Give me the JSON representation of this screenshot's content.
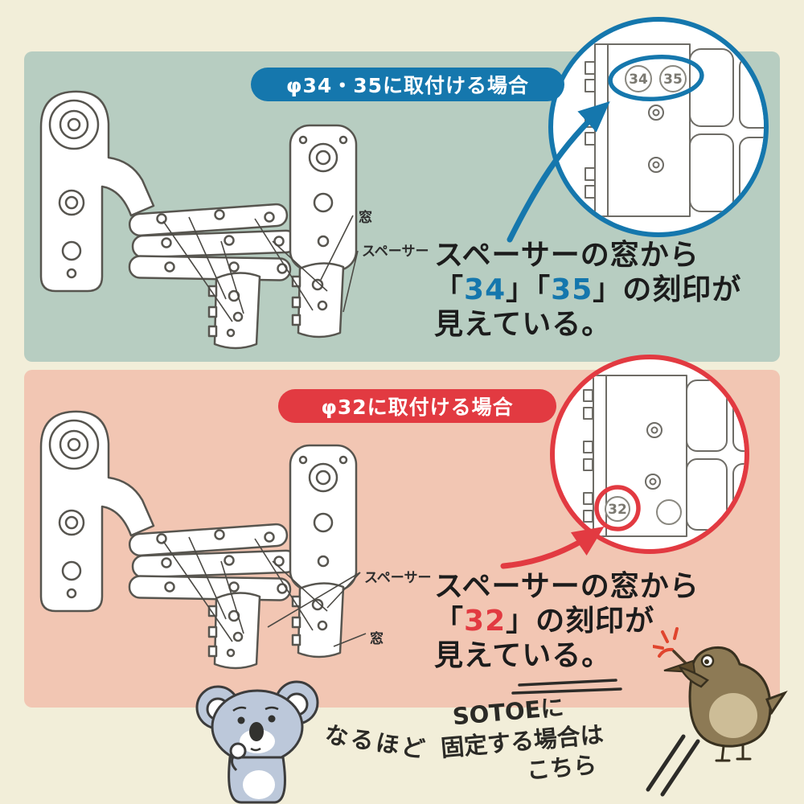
{
  "page": {
    "background": "#f2eed9",
    "text_color": "#1c1c1c"
  },
  "top_section": {
    "panel_color": "#b7cdc1",
    "accent_color": "#1577ad",
    "badge": "φ34・35に取付ける場合",
    "caption": {
      "l1": "スペーサーの窓から",
      "pre": "「",
      "n1": "34",
      "mid": "」「",
      "n2": "35",
      "post": "」の刻印が",
      "l3": "見えている。"
    },
    "part_labels": {
      "window": "窓",
      "spacer": "スペーサー"
    },
    "magnifier": {
      "stamp_left": "34",
      "stamp_right": "35"
    }
  },
  "bottom_section": {
    "panel_color": "#f2c6b3",
    "accent_color": "#e23a41",
    "badge": "φ32に取付ける場合",
    "caption": {
      "l1": "スペーサーの窓から",
      "pre": "「",
      "n1": "32",
      "post": "」の刻印が",
      "l3": "見えている。"
    },
    "part_labels": {
      "spacer": "スペーサー",
      "window": "窓"
    },
    "magnifier": {
      "stamp": "32"
    }
  },
  "footer": {
    "koala_note": "なるほど",
    "memo_line1": "SOTOEに",
    "memo_line2": "固定する場合は",
    "memo_line3": "こちら"
  }
}
